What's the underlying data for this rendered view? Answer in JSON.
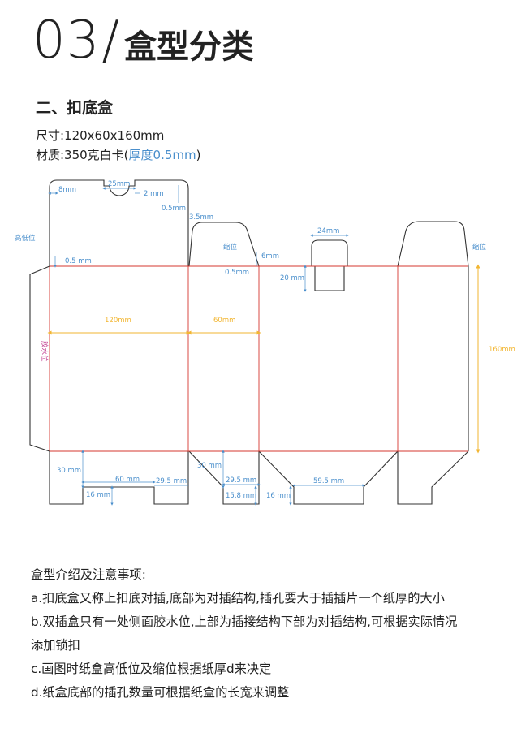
{
  "title": {
    "number": "03",
    "slash": "/",
    "text": "盒型分类"
  },
  "section": "二、扣底盒",
  "spec": {
    "size": "尺寸:120x60x160mm",
    "material_prefix": "材质:350克白卡(",
    "thickness": "厚度0.5mm",
    "material_suffix": ")"
  },
  "diagram": {
    "labels": {
      "m8": "8mm",
      "m25": "25mm",
      "m2": "2 mm",
      "m05a": "0.5mm",
      "m35": "3.5mm",
      "high": "高低位",
      "m05b": "0.5 mm",
      "shrink1": "缩位",
      "m6": "6mm",
      "m05c": "0.5mm",
      "m24": "24mm",
      "m20": "20 mm",
      "shrink2": "缩位",
      "glue": "胶水位",
      "w120": "120mm",
      "w60": "60mm",
      "h160": "160mm",
      "b30a": "30 mm",
      "b60": "60 mm",
      "b295a": "29.5 mm",
      "b16a": "16 mm",
      "b30b": "30 mm",
      "b295b": "29.5 mm",
      "b158": "15.8 mm",
      "b16b": "16 mm",
      "b595": "59.5 mm"
    },
    "colors": {
      "cut": "#333333",
      "fold": "#d6372f",
      "dim_blue": "#4a8fcc",
      "dim_yellow": "#f2b632",
      "glue": "#c13a8f"
    }
  },
  "notes": {
    "heading": "盒型介绍及注意事项:",
    "a": "a.扣底盒又称上扣底对插,底部为对插结构,插孔要大于插插片一个纸厚的大小",
    "b1": "b.双插盒只有一处侧面胶水位,上部为插接结构下部为对插结构,可根据实际情况",
    "b2": "添加锁扣",
    "c": "c.画图时纸盒高低位及缩位根据纸厚d来决定",
    "d": "d.纸盒底部的插孔数量可根据纸盒的长宽来调整"
  }
}
